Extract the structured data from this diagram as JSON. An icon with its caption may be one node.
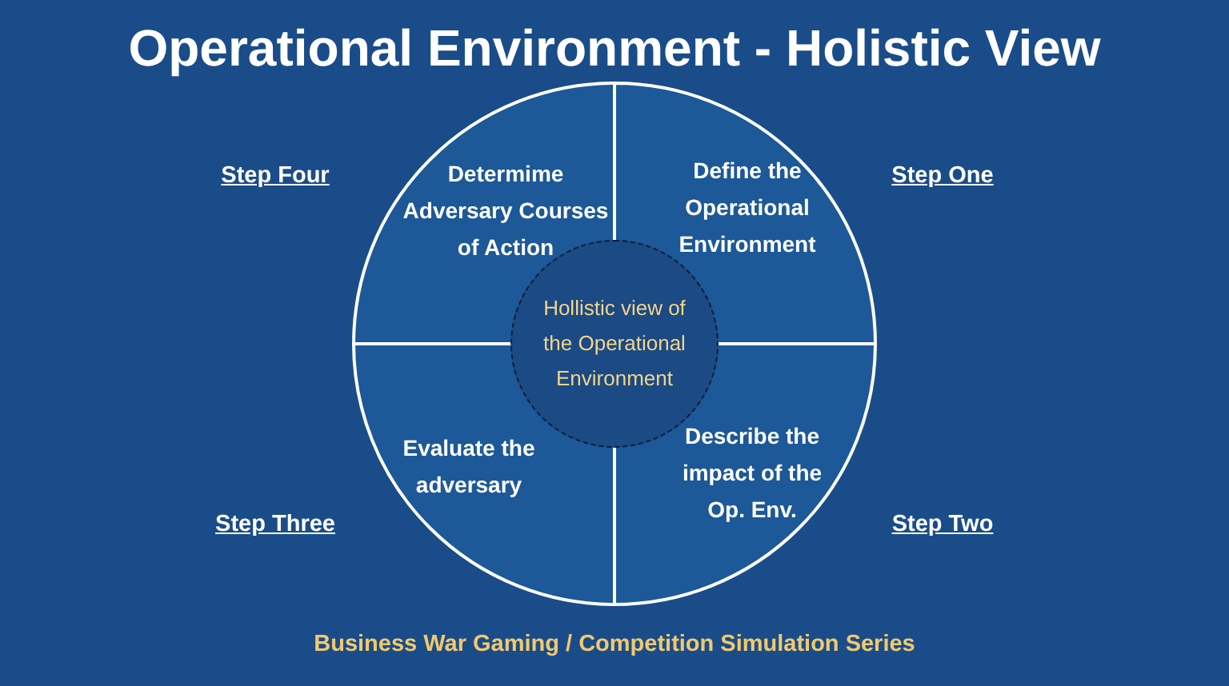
{
  "diagram": {
    "title": "Operational Environment - Holistic View",
    "caption": "Business War Gaming / Competition Simulation Series",
    "nodes": [
      {
        "text": [
          "Determime Adversary Courses of Action"
        ]
      },
      {
        "text": [
          "Define the Operational Environment"
        ]
      },
      {
        "text": [
          "Evaluate the adversary"
        ]
      },
      {
        "text": [
          "Describe the impact of the Op. Env."
        ]
      },
      {
        "text": [
          "Hollistic view of the Operational Environment"
        ]
      }
    ],
    "labels": [
      "Step Four",
      "Step One",
      "Step Three",
      "Step Two"
    ]
  }
}
